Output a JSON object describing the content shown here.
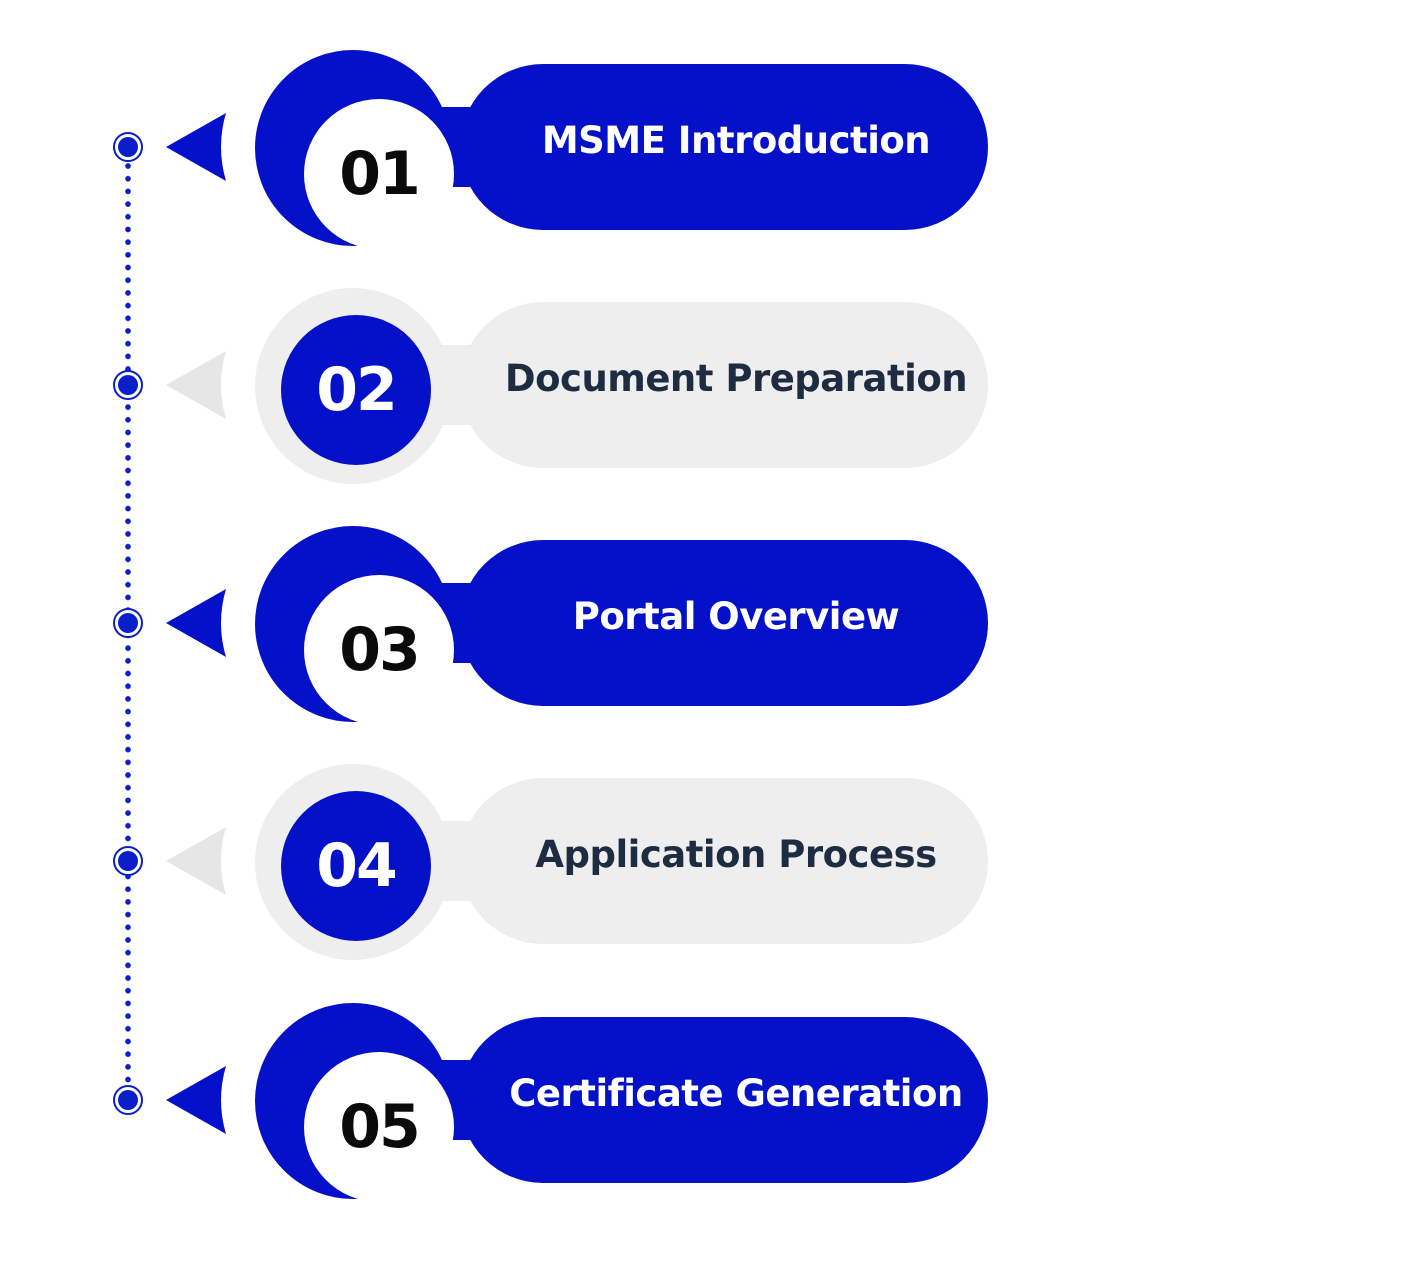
{
  "colors": {
    "accent": "#0511c8",
    "muted": "#eeeeee",
    "dark_text": "#1e2c42",
    "number_text": "#0a0a0a"
  },
  "steps": [
    {
      "number": "01",
      "label": "MSME Introduction",
      "style": "active"
    },
    {
      "number": "02",
      "label": "Document Preparation",
      "style": "muted"
    },
    {
      "number": "03",
      "label": "Portal Overview",
      "style": "active"
    },
    {
      "number": "04",
      "label": "Application Process",
      "style": "muted"
    },
    {
      "number": "05",
      "label": "Certificate Generation",
      "style": "active"
    }
  ]
}
